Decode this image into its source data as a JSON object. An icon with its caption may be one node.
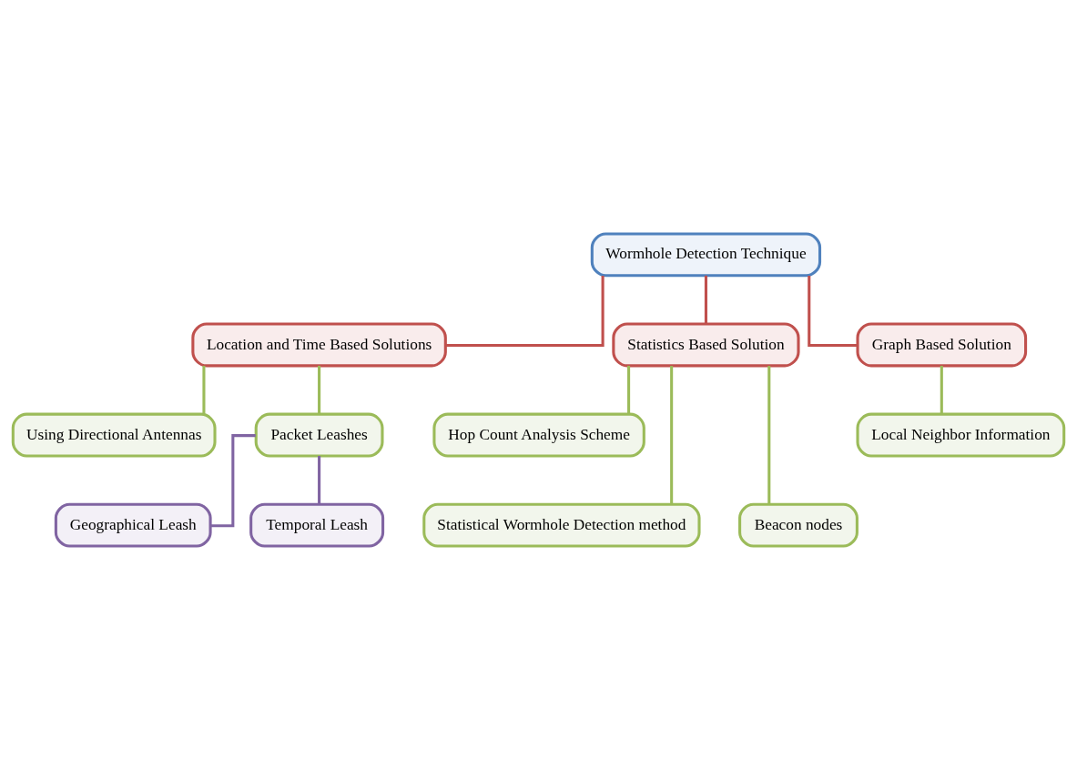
{
  "diagram": {
    "nodes": [
      {
        "text": [
          "Wormhole Detection Technique"
        ]
      },
      {
        "text": [
          "Location and Time Based Solutions"
        ]
      },
      {
        "text": [
          "Statistics Based Solution"
        ]
      },
      {
        "text": [
          "Graph Based Solution"
        ]
      },
      {
        "text": [
          "Using Directional Antennas"
        ]
      },
      {
        "text": [
          "Packet Leashes"
        ]
      },
      {
        "text": [
          "Geographical Leash"
        ]
      },
      {
        "text": [
          "Temporal Leash"
        ]
      },
      {
        "text": [
          "Hop Count Analysis Scheme"
        ]
      },
      {
        "text": [
          "Statistical Wormhole Detection method"
        ]
      },
      {
        "text": [
          "Beacon nodes"
        ]
      },
      {
        "text": [
          "Local Neighbor Information"
        ]
      }
    ],
    "edges": [
      {
        "from": 0,
        "to": 1,
        "arrow": "none",
        "color": "#c0504d"
      },
      {
        "from": 0,
        "to": 2,
        "arrow": "none",
        "color": "#c0504d"
      },
      {
        "from": 0,
        "to": 3,
        "arrow": "none",
        "color": "#c0504d"
      },
      {
        "from": 1,
        "to": 4,
        "arrow": "none"
      },
      {
        "from": 1,
        "to": 5,
        "arrow": "none"
      },
      {
        "from": 5,
        "to": 6,
        "arrow": "none",
        "color": "#8064a2"
      },
      {
        "from": 5,
        "to": 7,
        "arrow": "none",
        "color": "#8064a2"
      },
      {
        "from": 2,
        "to": 8,
        "arrow": "none"
      },
      {
        "from": 2,
        "to": 9,
        "arrow": "none"
      },
      {
        "from": 2,
        "to": 10,
        "arrow": "none"
      },
      {
        "from": 3,
        "to": 11,
        "arrow": "none"
      }
    ]
  }
}
